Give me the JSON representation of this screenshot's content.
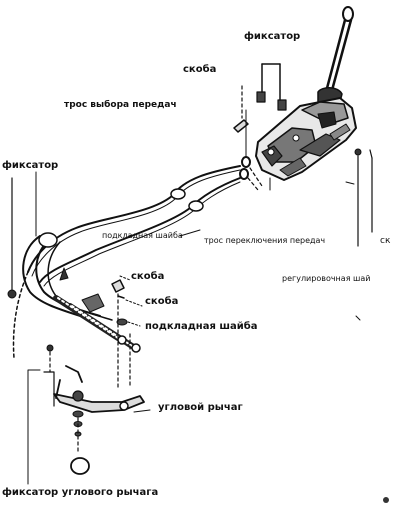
{
  "labels": {
    "fiksator_top": "фиксатор",
    "skoba_top": "скоба",
    "tros_vybora": "трос выбора передач",
    "fiksator_left": "фиксатор",
    "podkladnaya_shaiba_center": "подкладная шайба",
    "tros_pereklyucheniya": "трос переключения передач",
    "cut_right": "ск",
    "reguliruvochnaya": "регулировочная шай",
    "skoba_mid_1": "скоба",
    "skoba_mid_2": "скоба",
    "podkladnaya_shaiba_lower": "подкладная шайба",
    "uglovoy_rychag": "угловой рычаг",
    "fiksator_uglovogo": "фиксатор углового рычага"
  }
}
